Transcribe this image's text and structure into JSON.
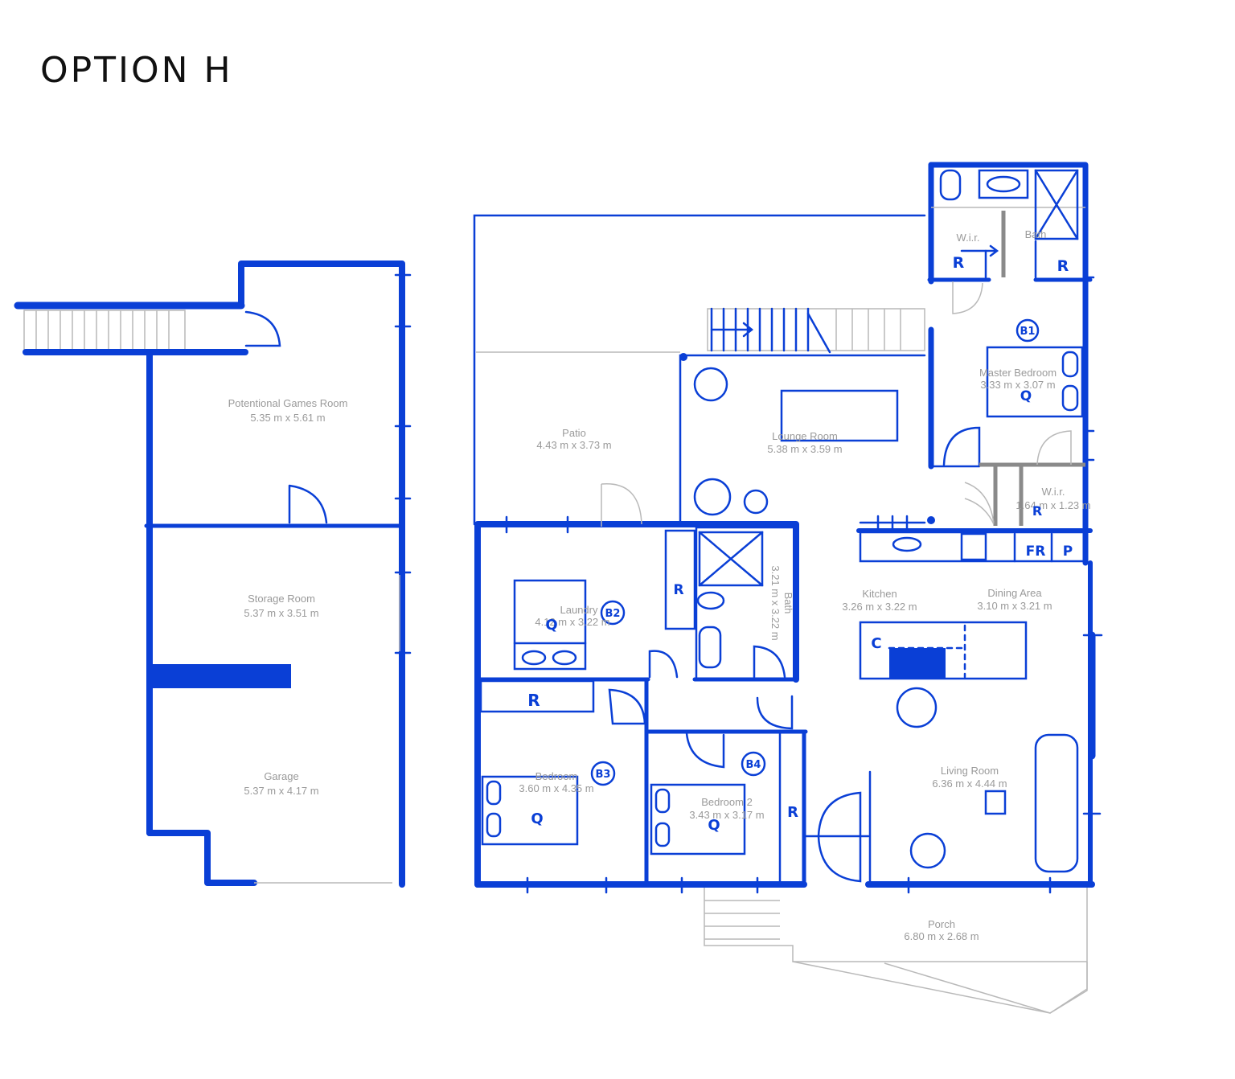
{
  "title": "OPTION H",
  "colors": {
    "ink": "#0a3fd6",
    "base_plan": "#9a9a9a",
    "title": "#111111"
  },
  "rooms": [
    {
      "id": "games",
      "name": "Potentional Games Room",
      "dims": "5.35 m x 5.61 m"
    },
    {
      "id": "storage",
      "name": "Storage Room",
      "dims": "5.37 m x 3.51 m"
    },
    {
      "id": "garage",
      "name": "Garage",
      "dims": "5.37 m x 4.17 m"
    },
    {
      "id": "patio",
      "name": "Patio",
      "dims": "4.43 m x 3.73 m"
    },
    {
      "id": "lounge",
      "name": "Lounge Room",
      "dims": "5.38 m x 3.59 m"
    },
    {
      "id": "master",
      "name": "Master Bedroom",
      "dims": "3.33 m x 3.07 m"
    },
    {
      "id": "wir1",
      "name": "W.i.r.",
      "dims": ""
    },
    {
      "id": "bath1",
      "name": "Bath",
      "dims": ""
    },
    {
      "id": "wir2",
      "name": "W.i.r.",
      "dims": "1.64 m x 1.23 m"
    },
    {
      "id": "laundry",
      "name": "Laundry",
      "dims": "4.12 m x 3.22 m"
    },
    {
      "id": "bath2",
      "name": "Bath",
      "dims": "3.21 m x 3.22 m"
    },
    {
      "id": "kitchen",
      "name": "Kitchen",
      "dims": "3.26 m x 3.22 m"
    },
    {
      "id": "dining",
      "name": "Dining Area",
      "dims": "3.10 m x 3.21 m"
    },
    {
      "id": "bedroom",
      "name": "Bedroom",
      "dims": "3.60 m x 4.35 m"
    },
    {
      "id": "bedroom2",
      "name": "Bedroom 2",
      "dims": "3.43 m x 3.17 m"
    },
    {
      "id": "living",
      "name": "Living Room",
      "dims": "6.36 m x 4.44 m"
    },
    {
      "id": "porch",
      "name": "Porch",
      "dims": "6.80 m x 2.68 m"
    }
  ],
  "annotations": {
    "b1": "B1",
    "b2": "B2",
    "b3": "B3",
    "b4": "B4",
    "robe": "R",
    "queen": "Q",
    "fridge": "FR",
    "pantry": "P",
    "cooktop": "C"
  }
}
